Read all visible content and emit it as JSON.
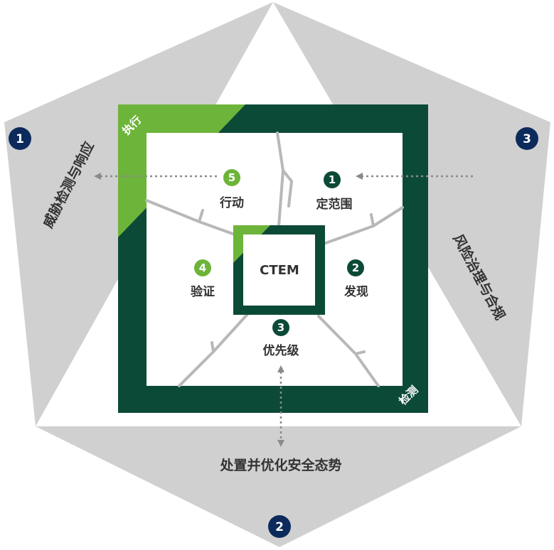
{
  "center": {
    "label": "CTEM"
  },
  "steps": [
    {
      "number": "1",
      "label": "定范围"
    },
    {
      "number": "2",
      "label": "发现"
    },
    {
      "number": "3",
      "label": "优先级"
    },
    {
      "number": "4",
      "label": "验证"
    },
    {
      "number": "5",
      "label": "行动"
    }
  ],
  "frame_labels": {
    "execute": "执行",
    "detect": "检测"
  },
  "outer": [
    {
      "number": "1",
      "label": "威胁检测与响应"
    },
    {
      "number": "2",
      "label": "处置并优化安全态势"
    },
    {
      "number": "3",
      "label": "风险治理与合规"
    }
  ],
  "colors": {
    "dark_green": "#0c4a38",
    "light_green": "#6db43a",
    "gray": "#d0d0d0",
    "navy": "#0d2a5c",
    "crack_gray": "#b8b8b8",
    "text": "#333333"
  }
}
